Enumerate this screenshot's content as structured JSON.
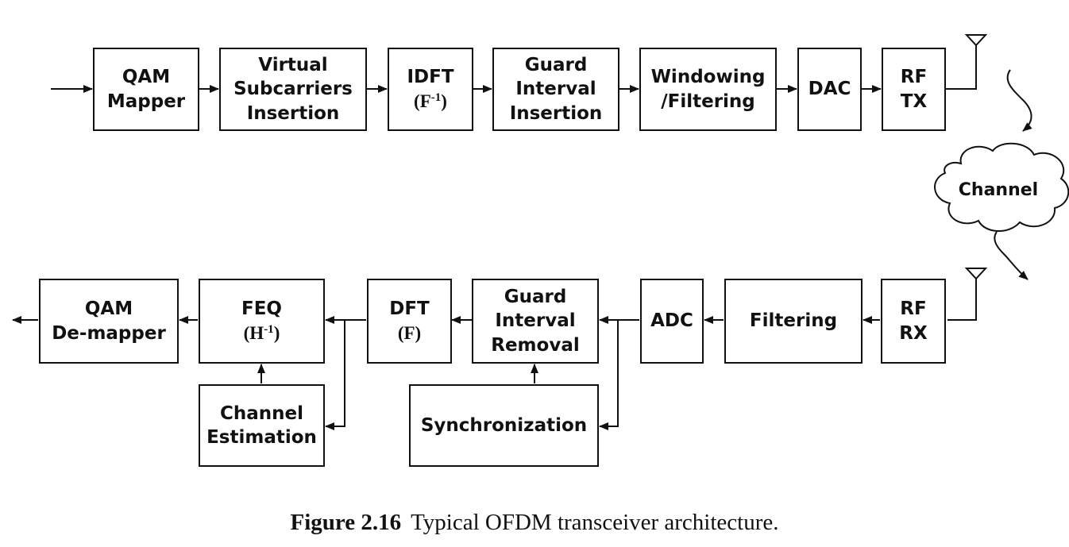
{
  "transmitter": {
    "qam_mapper": [
      "QAM",
      "Mapper"
    ],
    "virtual_subcarriers": [
      "Virtual",
      "Subcarriers",
      "Insertion"
    ],
    "idft": {
      "label": "IDFT",
      "formula": "(F",
      "exponent": "-1",
      "close": ")"
    },
    "guard_insertion": [
      "Guard",
      "Interval",
      "Insertion"
    ],
    "windowing": [
      "Windowing",
      "/Filtering"
    ],
    "dac": "DAC",
    "rf_tx": [
      "RF",
      "TX"
    ]
  },
  "channel": {
    "label": "Channel"
  },
  "receiver": {
    "rf_rx": [
      "RF",
      "RX"
    ],
    "filtering": "Filtering",
    "adc": "ADC",
    "guard_removal": [
      "Guard",
      "Interval",
      "Removal"
    ],
    "dft": {
      "label": "DFT",
      "formula": "(F)"
    },
    "feq": {
      "label": "FEQ",
      "formula": "(H",
      "exponent": "-1",
      "close": ")"
    },
    "qam_demapper": [
      "QAM",
      "De-mapper"
    ],
    "channel_estimation": [
      "Channel",
      "Estimation"
    ],
    "synchronization": "Synchronization"
  },
  "caption": {
    "number": "Figure 2.16",
    "text": "Typical OFDM transceiver architecture."
  },
  "colors": {
    "stroke": "#111111",
    "background": "#ffffff"
  }
}
